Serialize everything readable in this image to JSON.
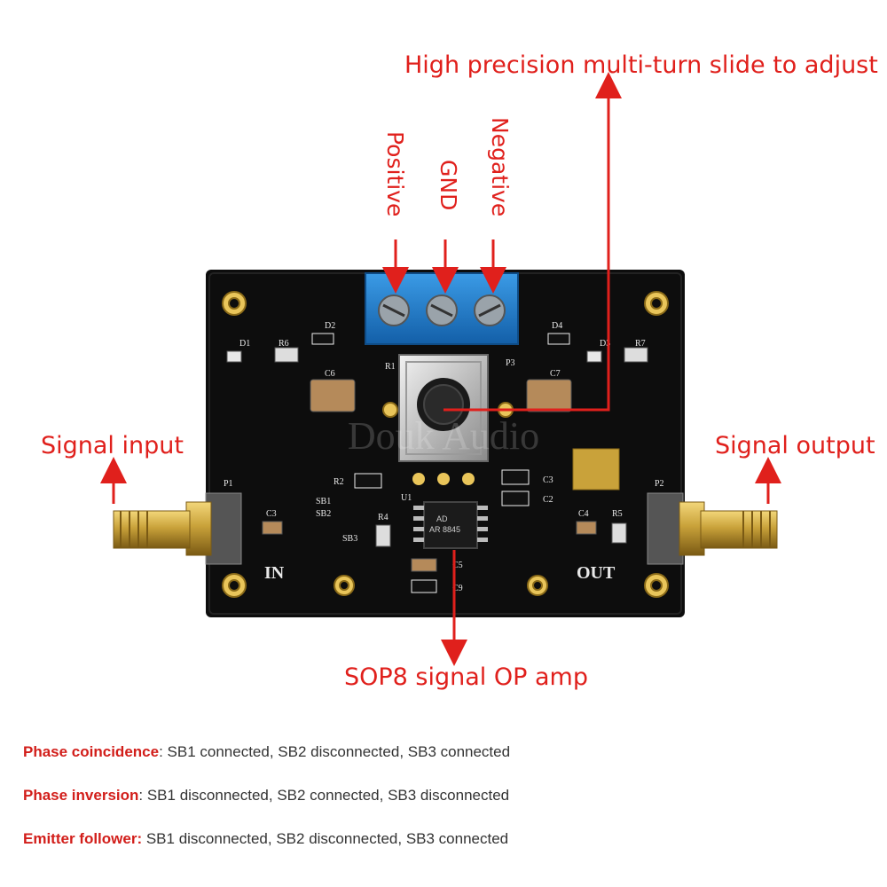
{
  "callouts": {
    "top": "High precision multi-turn slide to adjust",
    "positive": "Positive",
    "gnd": "GND",
    "negative": "Negative",
    "signal_input": "Signal input",
    "signal_output": "Signal output",
    "opamp": "SOP8 signal OP amp"
  },
  "board": {
    "watermark": "Douk Audio",
    "silkscreen": {
      "in": "IN",
      "out": "OUT",
      "p1": "P1",
      "p2": "P2",
      "p3": "P3",
      "u1": "U1",
      "r1": "R1",
      "r2": "R2",
      "r4": "R4",
      "r5": "R5",
      "r6": "R6",
      "r7": "R7",
      "c2": "C2",
      "c3a": "C3",
      "c3b": "C3",
      "c4": "C4",
      "c5": "C5",
      "c6": "C6",
      "c7": "C7",
      "c9": "C9",
      "d1": "D1",
      "d2": "D2",
      "d3": "D3",
      "d4": "D4",
      "sb1": "SB1",
      "sb2": "SB2",
      "sb3": "SB3",
      "chip_line1": "AD",
      "chip_line2": "AR 8845"
    }
  },
  "notes": [
    {
      "key": "Phase coincidence",
      "text": ": SB1 connected, SB2 disconnected, SB3 connected"
    },
    {
      "key": "Phase inversion",
      "text": ": SB1 disconnected, SB2 connected, SB3 disconnected"
    },
    {
      "key": "Emitter follower:",
      "text": " SB1 disconnected, SB2 disconnected, SB3 connected"
    }
  ],
  "colors": {
    "callout_red": "#e0201c",
    "pcb_black": "#0d0d0d",
    "terminal_blue": "#1f7fd0",
    "gold": "#c9a23a"
  }
}
